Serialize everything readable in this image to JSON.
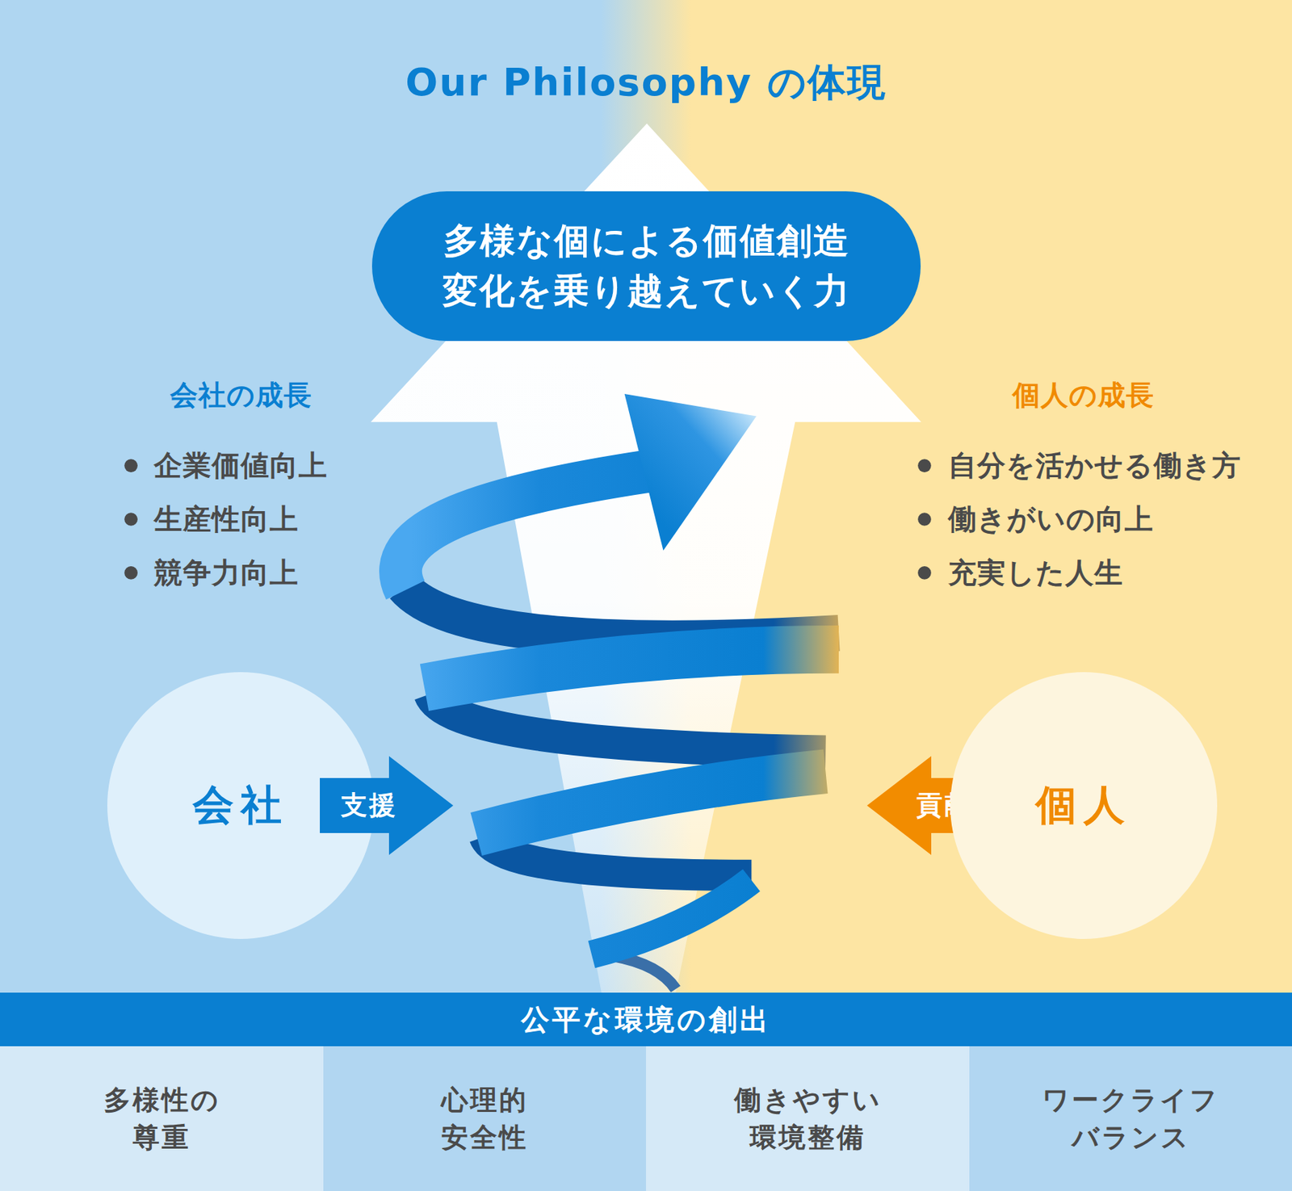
{
  "diagram": {
    "title": "Our Philosophy の体現",
    "nodes": [
      {
        "text": [
          "多様な個による価値創造 変化を乗り越えていく力"
        ]
      },
      {
        "text": [
          "会社"
        ]
      },
      {
        "text": [
          "支援"
        ]
      },
      {
        "text": [
          "貢献"
        ]
      },
      {
        "text": [
          "個人"
        ]
      },
      {
        "text": [
          "公平な環境の創出"
        ]
      },
      {
        "text": [
          "多様性の 尊重"
        ]
      },
      {
        "text": [
          "心理的 安全性"
        ]
      },
      {
        "text": [
          "働きやすい 環境整備"
        ]
      },
      {
        "text": [
          "ワークライフ バランス"
        ]
      }
    ],
    "labels": [
      "会社の成長",
      "企業価値向上",
      "生産性向上",
      "競争力向上",
      "個人の成長",
      "自分を活かせる働き方",
      "働きがいの向上",
      "充実した人生"
    ]
  }
}
